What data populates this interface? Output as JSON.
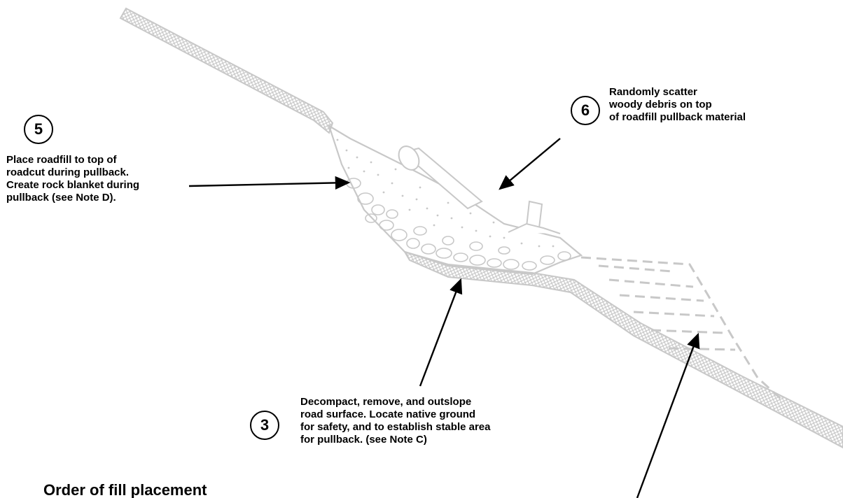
{
  "colors": {
    "sketch": "#c8c8c8",
    "sketch_light": "#d6d6d6",
    "ink": "#000000",
    "background": "#ffffff"
  },
  "steps": [
    {
      "number": "5",
      "lines": [
        "Place roadfill to top of",
        "roadcut during pullback.",
        "Create rock blanket during",
        "pullback (see Note D)."
      ]
    },
    {
      "number": "6",
      "lines": [
        "Randomly scatter",
        "woody debris on top",
        "of roadfill pullback material"
      ]
    },
    {
      "number": "3",
      "lines": [
        "Decompact, remove, and outslope",
        "road surface. Locate native ground",
        "for safety, and to establish stable area",
        "for pullback. (see Note C)"
      ]
    }
  ],
  "bottom_heading": "Order of fill placement"
}
